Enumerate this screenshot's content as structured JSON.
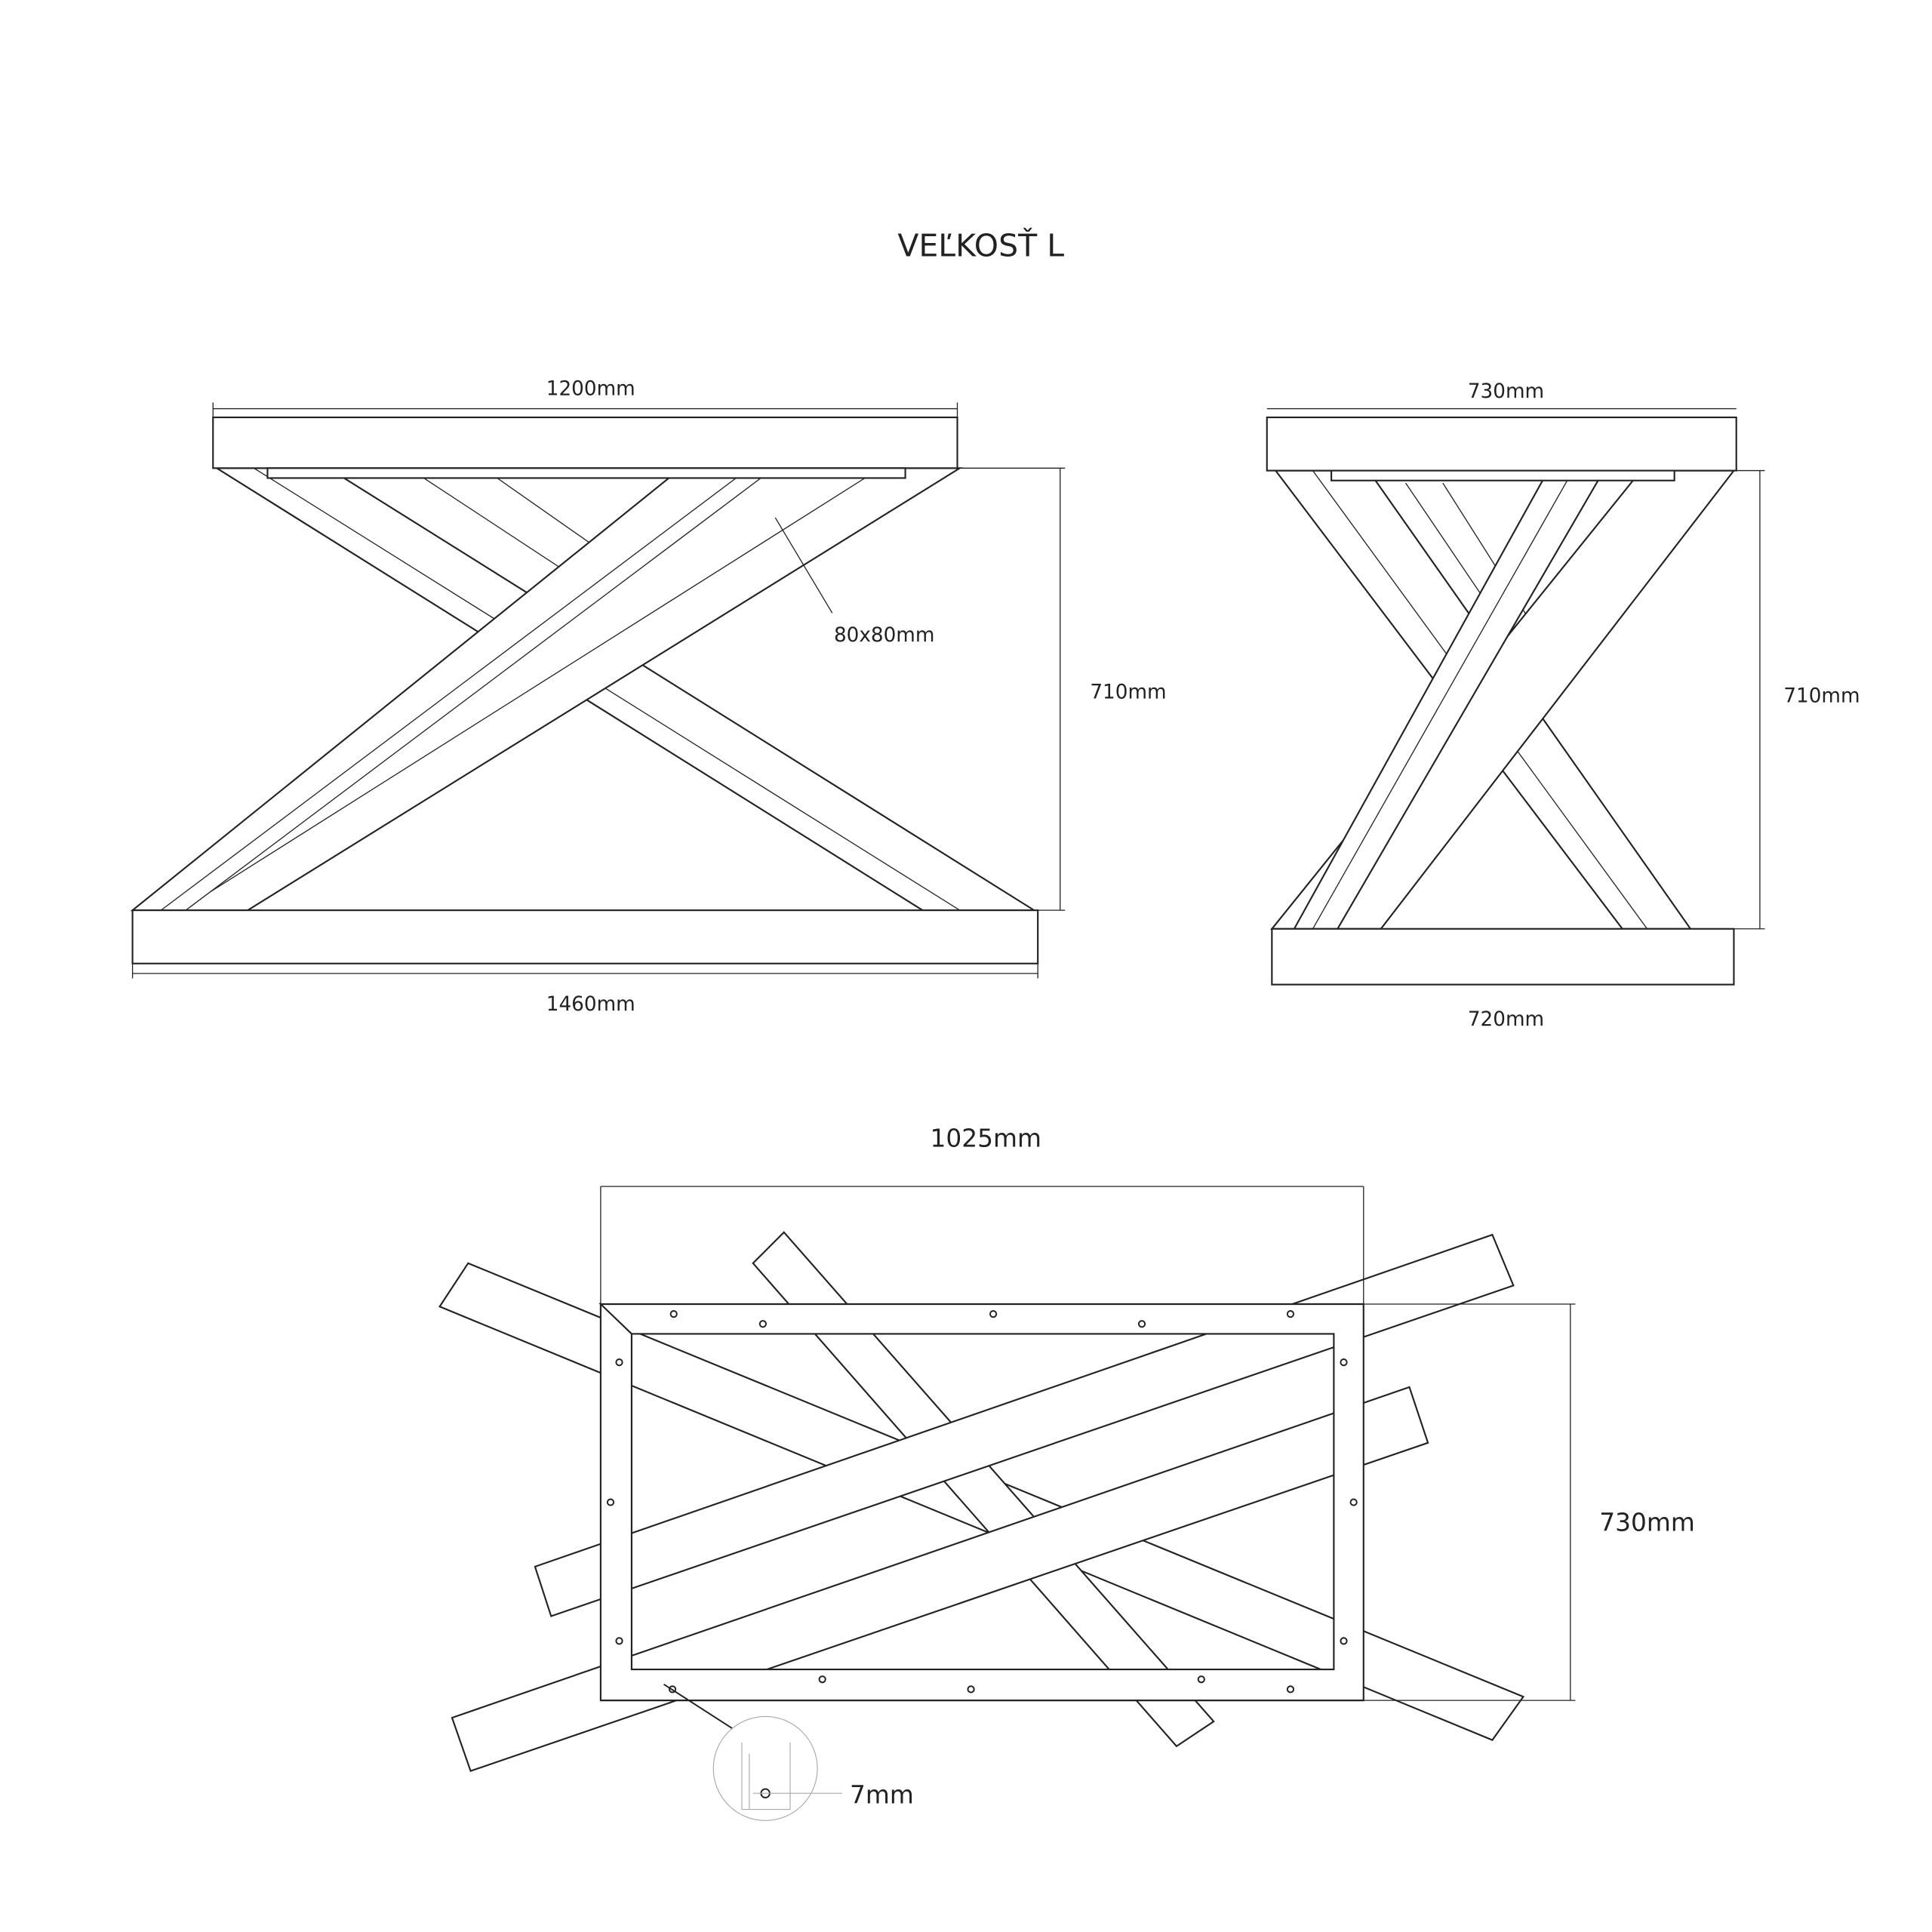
{
  "title": "VEĽKOSŤ L",
  "front_view": {
    "top_width": "1200mm",
    "bottom_width": "1460mm",
    "height": "710mm",
    "profile": "80x80mm"
  },
  "side_view": {
    "top_width": "730mm",
    "bottom_width": "720mm",
    "height": "710mm"
  },
  "top_view": {
    "frame_width": "1025mm",
    "frame_depth": "730mm",
    "hole_diameter": "7mm"
  }
}
